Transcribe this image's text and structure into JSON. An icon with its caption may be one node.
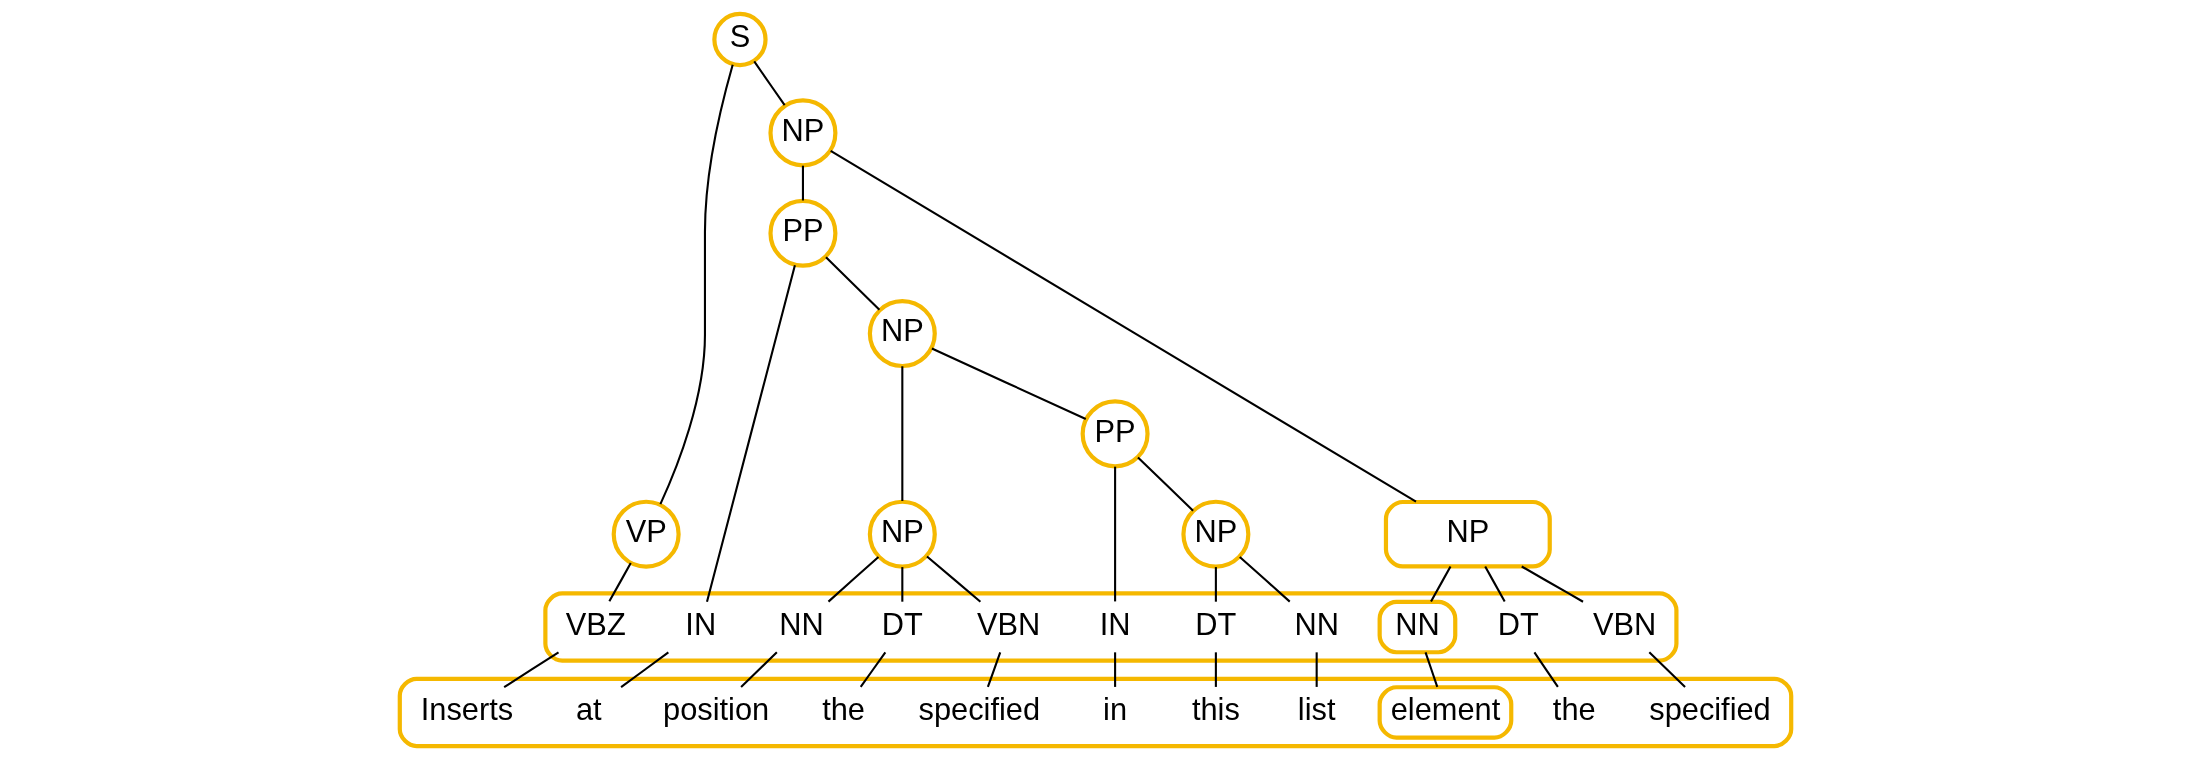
{
  "diagram": {
    "nodes": [
      {
        "text": [
          "S"
        ]
      },
      {
        "text": [
          "VP"
        ]
      },
      {
        "text": [
          "NP"
        ]
      },
      {
        "text": [
          "NP"
        ]
      },
      {
        "text": [
          "PP"
        ]
      },
      {
        "text": [
          "NP"
        ]
      },
      {
        "text": [
          "NP"
        ]
      },
      {
        "text": [
          "PP"
        ]
      },
      {
        "text": [
          "NP"
        ]
      },
      {
        "text": [],
        "shape": "box"
      },
      {
        "text": [
          "VBZ"
        ],
        "in": 9
      },
      {
        "text": [
          "DT"
        ],
        "in": 9
      },
      {
        "text": [
          "VBN"
        ],
        "in": 9
      },
      {
        "text": [
          "NN"
        ],
        "in": 9
      },
      {
        "text": [
          "IN"
        ],
        "in": 9
      },
      {
        "text": [
          "DT"
        ],
        "in": 9
      },
      {
        "text": [
          "VBN"
        ],
        "in": 9
      },
      {
        "text": [
          "NN"
        ],
        "in": 9
      },
      {
        "text": [
          "IN"
        ],
        "in": 9
      },
      {
        "text": [
          "DT"
        ],
        "in": 9
      },
      {
        "text": [
          "NN"
        ],
        "in": 9
      },
      {
        "text": [],
        "shape": "box"
      },
      {
        "text": [
          "Inserts"
        ],
        "in": 21
      },
      {
        "text": [
          "the"
        ],
        "in": 21
      },
      {
        "text": [
          "specified"
        ],
        "in": 21
      },
      {
        "text": [
          "element"
        ],
        "in": 21
      },
      {
        "text": [
          "at"
        ],
        "in": 21
      },
      {
        "text": [
          "the"
        ],
        "in": 21
      },
      {
        "text": [
          "specified"
        ],
        "in": 21
      },
      {
        "text": [
          "position"
        ],
        "in": 21
      },
      {
        "text": [
          "in"
        ],
        "in": 21
      },
      {
        "text": [
          "this"
        ],
        "in": 21
      },
      {
        "text": [
          "list"
        ],
        "in": 21
      }
    ],
    "edges": [
      {
        "from": 0,
        "to": 1,
        "arrow": "none"
      },
      {
        "from": 0,
        "to": 2,
        "arrow": "none"
      },
      {
        "from": 1,
        "to": 10,
        "arrow": "none"
      },
      {
        "from": 2,
        "to": 3,
        "arrow": "none"
      },
      {
        "from": 2,
        "to": 4,
        "arrow": "none"
      },
      {
        "from": 3,
        "to": 11,
        "arrow": "none"
      },
      {
        "from": 3,
        "to": 12,
        "arrow": "none"
      },
      {
        "from": 3,
        "to": 13,
        "arrow": "none"
      },
      {
        "from": 4,
        "to": 14,
        "arrow": "none"
      },
      {
        "from": 4,
        "to": 5,
        "arrow": "none"
      },
      {
        "from": 5,
        "to": 6,
        "arrow": "none"
      },
      {
        "from": 5,
        "to": 7,
        "arrow": "none"
      },
      {
        "from": 6,
        "to": 15,
        "arrow": "none"
      },
      {
        "from": 6,
        "to": 16,
        "arrow": "none"
      },
      {
        "from": 6,
        "to": 17,
        "arrow": "none"
      },
      {
        "from": 7,
        "to": 18,
        "arrow": "none"
      },
      {
        "from": 7,
        "to": 8,
        "arrow": "none"
      },
      {
        "from": 8,
        "to": 19,
        "arrow": "none"
      },
      {
        "from": 8,
        "to": 20,
        "arrow": "none"
      },
      {
        "from": 10,
        "to": 22,
        "arrow": "none"
      },
      {
        "from": 11,
        "to": 23,
        "arrow": "none"
      },
      {
        "from": 12,
        "to": 24,
        "arrow": "none"
      },
      {
        "from": 13,
        "to": 25,
        "arrow": "none"
      },
      {
        "from": 14,
        "to": 26,
        "arrow": "none"
      },
      {
        "from": 15,
        "to": 27,
        "arrow": "none"
      },
      {
        "from": 16,
        "to": 28,
        "arrow": "none"
      },
      {
        "from": 17,
        "to": 29,
        "arrow": "none"
      },
      {
        "from": 18,
        "to": 30,
        "arrow": "none"
      },
      {
        "from": 19,
        "to": 31,
        "arrow": "none"
      },
      {
        "from": 20,
        "to": 32,
        "arrow": "none"
      }
    ]
  }
}
